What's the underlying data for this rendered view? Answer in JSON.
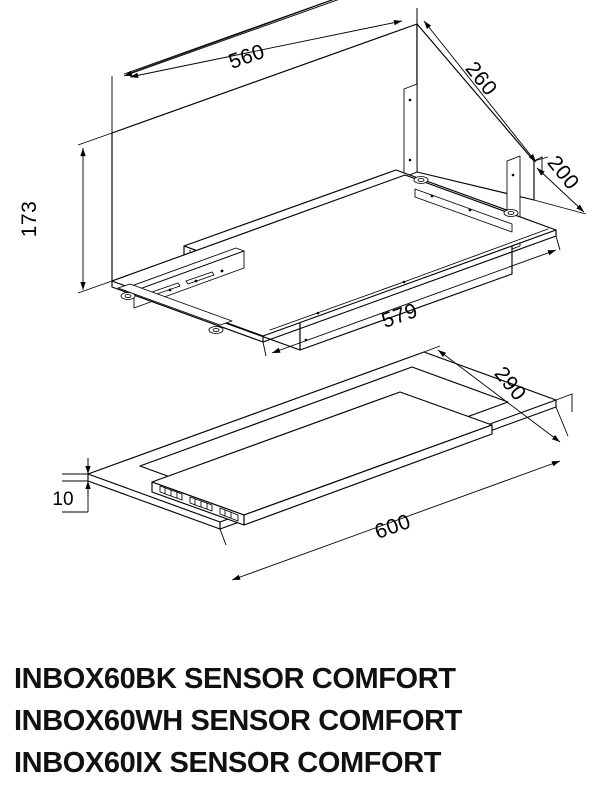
{
  "document": {
    "type": "technical-drawing",
    "view": "isometric-exploded",
    "units": "mm",
    "background_color": "#ffffff",
    "line_color": "#000000"
  },
  "dimensions": {
    "width_top": "560",
    "depth_top": "260",
    "height_side": "200",
    "height_left": "173",
    "flange_width": "579",
    "panel_depth": "290",
    "panel_width": "600",
    "panel_thickness": "10"
  },
  "labels": {
    "line1": "INBOX60BK SENSOR COMFORT",
    "line2": "INBOX60WH SENSOR COMFORT",
    "line3": "INBOX60IX SENSOR COMFORT"
  },
  "parts": {
    "upper": "recessed-hood-body",
    "lower": "front-panel"
  }
}
